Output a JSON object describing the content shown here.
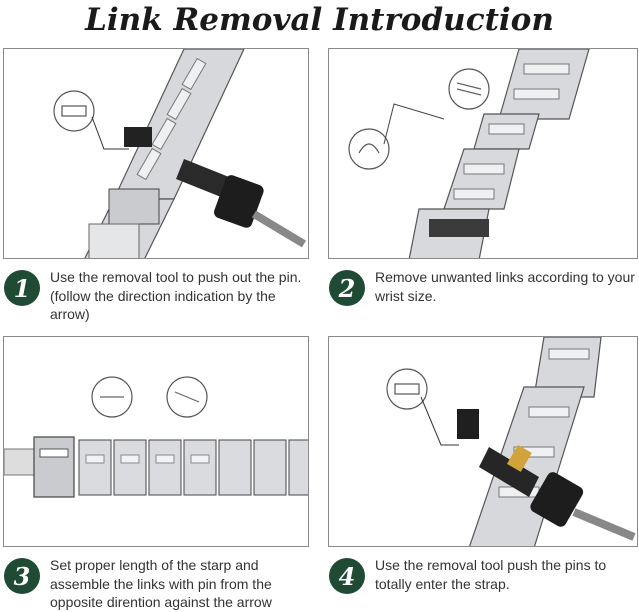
{
  "title": "Link Removal Introduction",
  "steps": [
    {
      "number": "1",
      "text": "Use the removal tool to push out the pin. (follow the direction indication by the arrow)"
    },
    {
      "number": "2",
      "text": "Remove unwanted links according to your wrist size."
    },
    {
      "number": "3",
      "text": "Set proper length of the starp and assemble the links with pin from the opposite dirention against the arrow"
    },
    {
      "number": "4",
      "text": "Use the removal tool push the pins to totally enter the strap."
    }
  ]
}
